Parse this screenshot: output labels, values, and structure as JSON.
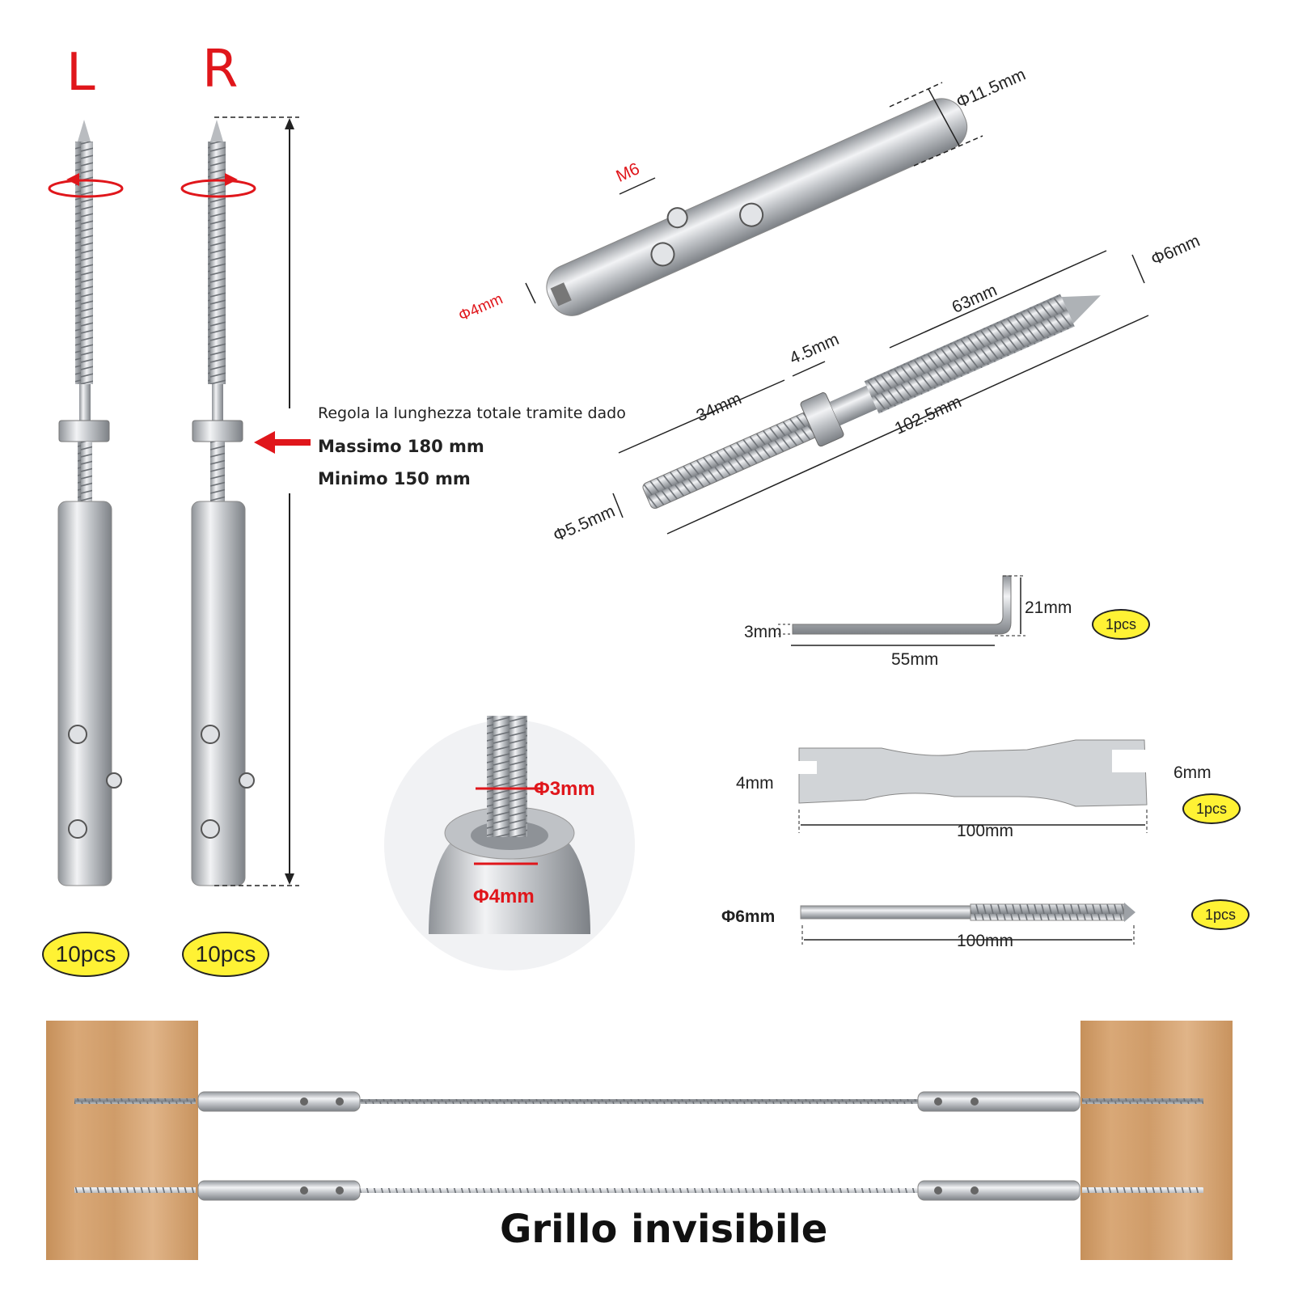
{
  "top_labels": {
    "left": "L",
    "right": "R"
  },
  "adjust_note": {
    "line1": "Regola la lunghezza totale tramite dado",
    "max": "Massimo 180 mm",
    "min": "Minimo 150 mm"
  },
  "quantities": {
    "left_qty": "10pcs",
    "right_qty": "10pcs",
    "hex_key_qty": "1pcs",
    "wrench_qty": "1pcs",
    "drill_qty": "1pcs"
  },
  "barrel_dims": {
    "m6": "M6",
    "diameter_outer": "Φ11.5mm",
    "diameter_inner": "Φ4mm"
  },
  "screw_dims": {
    "d6": "Φ6mm",
    "l63": "63mm",
    "l4_5": "4.5mm",
    "l34": "34mm",
    "l102_5": "102.5mm",
    "d5_5": "Φ5.5mm"
  },
  "hex_key_dims": {
    "h21": "21mm",
    "t3": "3mm",
    "l55": "55mm"
  },
  "wrench_dims": {
    "w4": "4mm",
    "w6": "6mm",
    "l100": "100mm"
  },
  "drill_dims": {
    "d6": "Φ6mm",
    "l100": "100mm"
  },
  "cable_detail": {
    "d3": "Φ3mm",
    "d4": "Φ4mm"
  },
  "bottom_title": "Grillo invisibile",
  "colors": {
    "accent_red": "#e0161b",
    "badge_yellow": "#fff234",
    "steel": "#c9ccd0",
    "wood": "#d6a26f"
  }
}
